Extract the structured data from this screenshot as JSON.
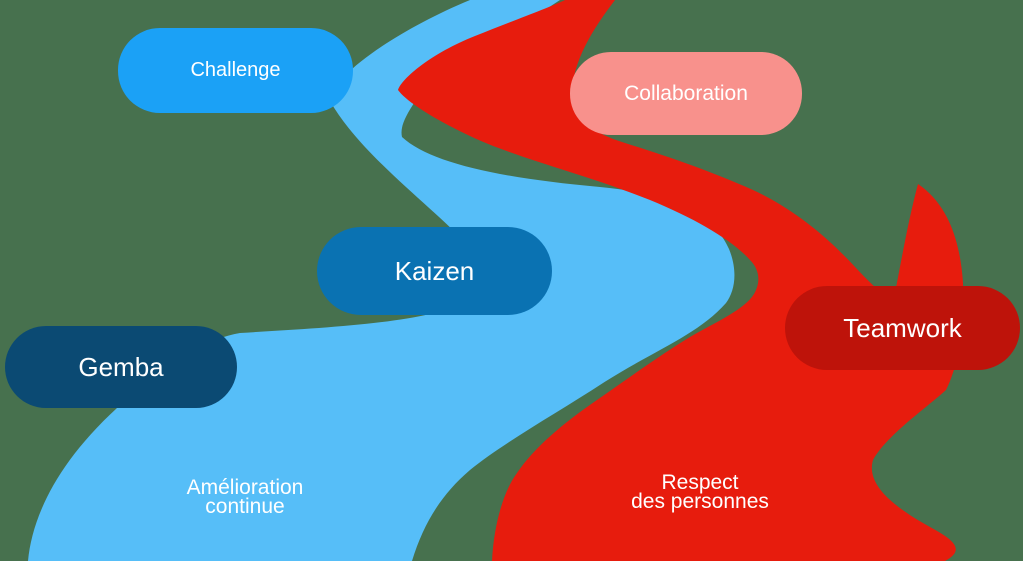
{
  "background_color": "#47714E",
  "rivers": {
    "blue": {
      "color": "#56BEF8",
      "caption_line1": "Amélioration",
      "caption_line2": "continue",
      "caption_color": "#FFFFFF"
    },
    "red": {
      "color": "#E71C0D",
      "caption_line1": "Respect",
      "caption_line2": "des personnes",
      "caption_color": "#FFFFFF"
    }
  },
  "labels": {
    "challenge": {
      "text": "Challenge",
      "bg": "#1BA1F6",
      "text_color": "#FFFFFF"
    },
    "collaboration": {
      "text": "Collaboration",
      "bg": "#F8918C",
      "text_color": "#FFFFFF"
    },
    "kaizen": {
      "text": "Kaizen",
      "bg": "#0A72B2",
      "text_color": "#FFFFFF"
    },
    "gemba": {
      "text": "Gemba",
      "bg": "#0B4A73",
      "text_color": "#FFFFFF"
    },
    "teamwork": {
      "text": "Teamwork",
      "bg": "#BE130A",
      "text_color": "#FFFFFF"
    }
  }
}
